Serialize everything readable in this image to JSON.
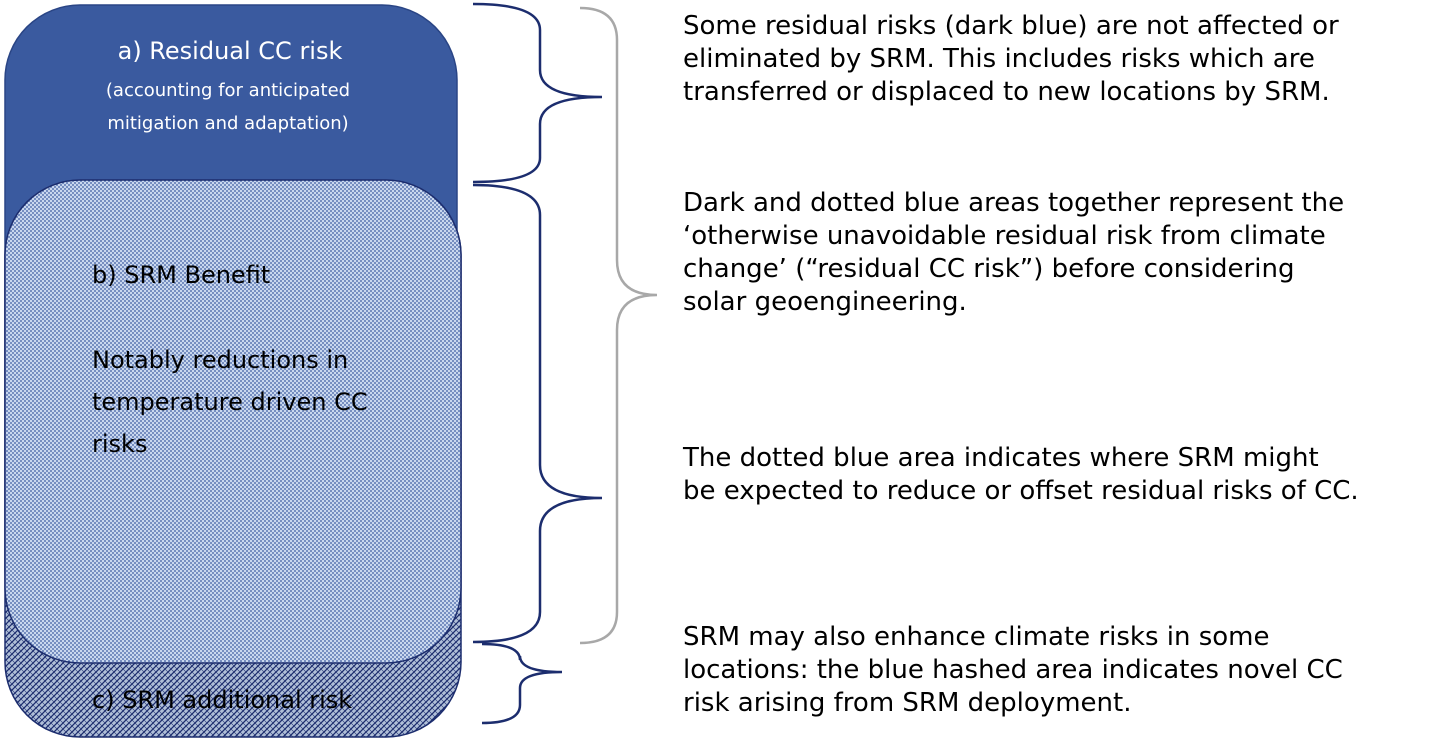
{
  "boxes": {
    "residual": {
      "title": "a) Residual CC risk",
      "subtitle_lines": [
        "(accounting for anticipated",
        "mitigation and adaptation)"
      ]
    },
    "benefit": {
      "title": "b) SRM Benefit",
      "detail_lines": [
        "Notably reductions in",
        "temperature driven CC",
        "risks"
      ]
    },
    "additional": {
      "title": "c) SRM additional risk"
    }
  },
  "notes": {
    "dark_blue": [
      "Some residual risks (dark blue) are not affected or",
      "eliminated by SRM. This includes risks which are",
      "transferred or displaced to new locations by SRM."
    ],
    "combined": [
      "Dark and dotted blue areas together represent the",
      "‘otherwise unavoidable residual risk from climate",
      "change’ (“residual CC risk”) before considering",
      "solar geoengineering."
    ],
    "dotted": [
      "The dotted blue area indicates where SRM might",
      "be expected to reduce or offset residual risks of CC."
    ],
    "hashed": [
      "SRM may also enhance climate risks in some",
      "locations: the blue hashed area indicates novel CC",
      "risk arising from SRM deployment."
    ]
  },
  "colors": {
    "dark_blue": "#3a5a9f",
    "dotted_fill": "#b8cbe8",
    "hashed_fill": "#7f93b8",
    "brace_blue": "#1c2d6e",
    "brace_gray": "#a8a8a8"
  }
}
